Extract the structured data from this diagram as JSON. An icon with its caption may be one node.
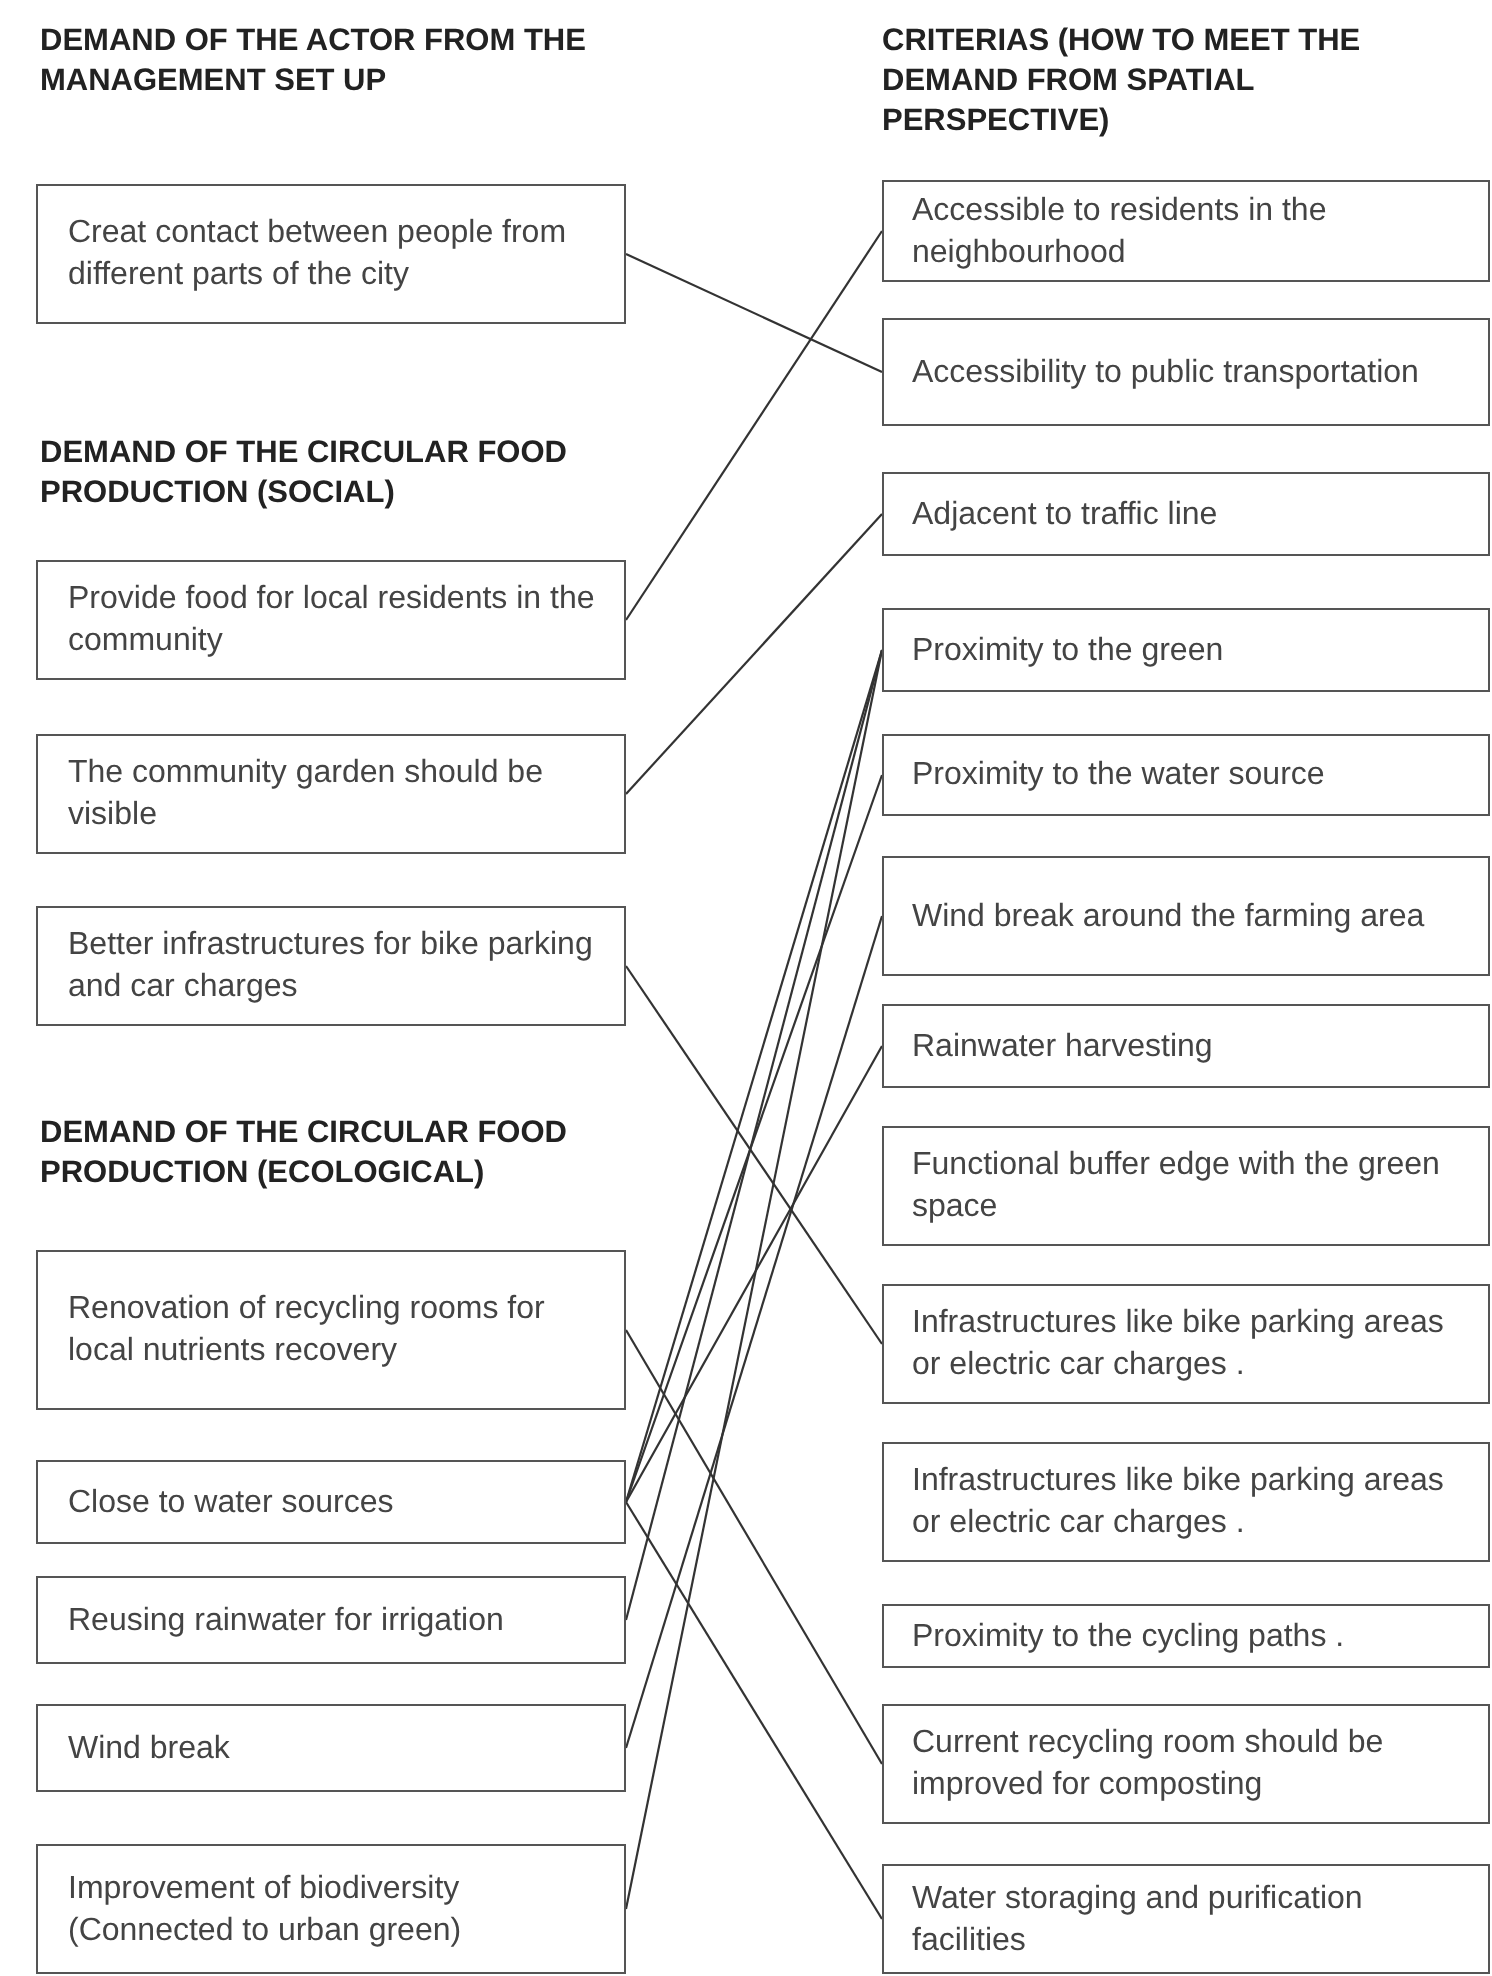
{
  "diagram": {
    "nodes": [
      {
        "text": [
          "Creat contact between people from different parts of the city"
        ]
      },
      {
        "text": [
          "Provide food for local residents in the community"
        ]
      },
      {
        "text": [
          "The community garden should be visible"
        ]
      },
      {
        "text": [
          "Better infrastructures for bike parking and car charges"
        ]
      },
      {
        "text": [
          "Renovation of recycling rooms for local nutrients recovery"
        ]
      },
      {
        "text": [
          "Close to water sources"
        ]
      },
      {
        "text": [
          "Reusing rainwater for irrigation"
        ]
      },
      {
        "text": [
          "Wind break"
        ]
      },
      {
        "text": [
          "Improvement of biodiversity (Connected to urban green)"
        ]
      },
      {
        "text": [
          "Accessible to residents in the neighbourhood"
        ]
      },
      {
        "text": [
          "Accessibility to public transportation"
        ]
      },
      {
        "text": [
          "Adjacent to traffic line"
        ]
      },
      {
        "text": [
          "Proximity to the green"
        ]
      },
      {
        "text": [
          "Proximity to the water source"
        ]
      },
      {
        "text": [
          "Wind break around the farming area"
        ]
      },
      {
        "text": [
          "Rainwater harvesting"
        ]
      },
      {
        "text": [
          "Functional buffer edge with the green space"
        ]
      },
      {
        "text": [
          "Infrastructures like bike parking areas or electric car charges ."
        ]
      },
      {
        "text": [
          "Infrastructures like bike parking areas or electric car charges ."
        ]
      },
      {
        "text": [
          "Proximity to the cycling paths ."
        ]
      },
      {
        "text": [
          "Current recycling room should be improved  for composting"
        ]
      },
      {
        "text": [
          "Water storaging and purification facilities"
        ]
      }
    ],
    "edges": [
      {
        "from": 0,
        "to": 10,
        "arrow": "none"
      },
      {
        "from": 1,
        "to": 9,
        "arrow": "none"
      },
      {
        "from": 2,
        "to": 11,
        "arrow": "none"
      },
      {
        "from": 3,
        "to": 17,
        "arrow": "none"
      },
      {
        "from": 4,
        "to": 20,
        "arrow": "none"
      },
      {
        "from": 5,
        "to": 12,
        "arrow": "none"
      },
      {
        "from": 5,
        "to": 13,
        "arrow": "none"
      },
      {
        "from": 5,
        "to": 15,
        "arrow": "none"
      },
      {
        "from": 5,
        "to": 21,
        "arrow": "none"
      },
      {
        "from": 6,
        "to": 12,
        "arrow": "none"
      },
      {
        "from": 7,
        "to": 14,
        "arrow": "none"
      },
      {
        "from": 8,
        "to": 12,
        "arrow": "none"
      }
    ],
    "labels": [
      "DEMAND OF THE ACTOR FROM THE MANAGEMENT SET UP",
      "CRITERIAS (HOW TO MEET THE DEMAND FROM SPATIAL PERSPECTIVE)",
      "DEMAND OF THE CIRCULAR FOOD PRODUCTION (SOCIAL)",
      "DEMAND OF THE CIRCULAR FOOD PRODUCTION (ECOLOGICAL)"
    ]
  }
}
